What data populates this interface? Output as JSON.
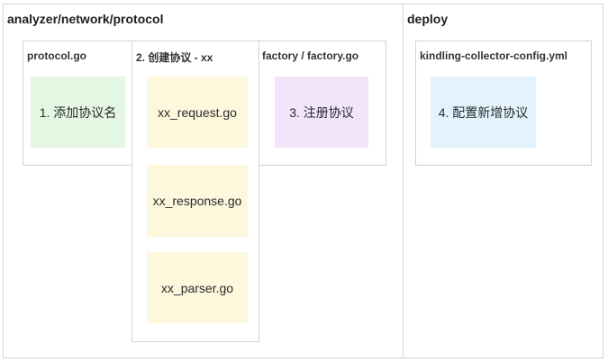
{
  "lanes": [
    {
      "title": "analyzer/network/protocol"
    },
    {
      "title": "deploy"
    }
  ],
  "groups": {
    "protocol_go": {
      "title": "protocol.go",
      "notes": [
        "1. 添加协议名"
      ]
    },
    "create_protocol": {
      "title": "2. 创建协议 - xx",
      "notes": [
        "xx_request.go",
        "xx_response.go",
        "xx_parser.go"
      ]
    },
    "factory": {
      "title": "factory / factory.go",
      "notes": [
        "3. 注册协议"
      ]
    },
    "collector_config": {
      "title": "kindling-collector-config.yml",
      "notes": [
        "4. 配置新增协议"
      ]
    }
  },
  "colors": {
    "note_green": "#e4f7e2",
    "note_yellow": "#fdf7dc",
    "note_purple": "#f1e4fb",
    "note_blue": "#e2f3fd",
    "border": "#d4d4d4"
  }
}
